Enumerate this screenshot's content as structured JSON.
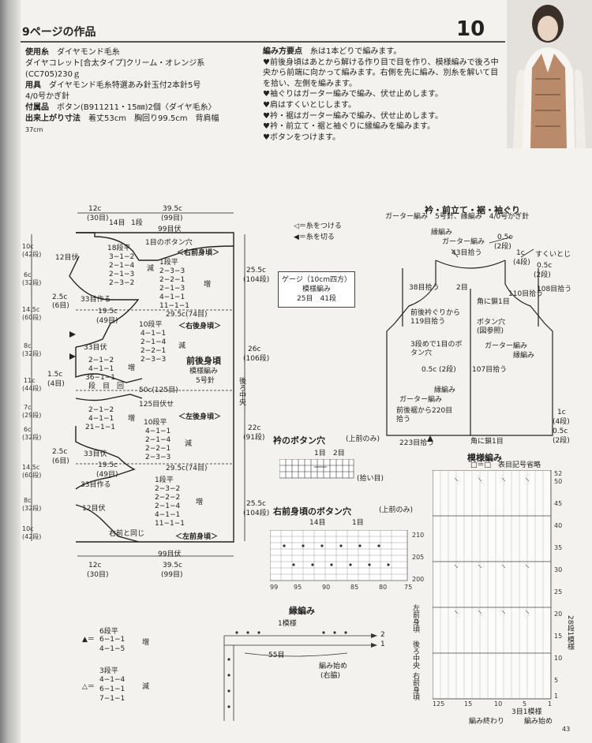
{
  "header": {
    "title": "9ページの作品",
    "page_number": "10"
  },
  "materials": [
    {
      "label": "使用糸",
      "text": "ダイヤモンド毛糸"
    },
    {
      "label": "",
      "text": "ダイヤコレット[合太タイプ]クリーム・オレンジ系"
    },
    {
      "label": "",
      "text": "(CC705)230ｇ"
    },
    {
      "label": "用具",
      "text": "ダイヤモンド毛糸特選あみ針玉付2本針5号"
    },
    {
      "label": "",
      "text": "4/0号かぎ針"
    },
    {
      "label": "付属品",
      "text": "ボタン(B911211・15㎜)2個〈ダイヤ毛糸〉"
    },
    {
      "label": "出来上がり寸法",
      "text": "着丈53cm　胸回り99.5cm　背肩幅"
    },
    {
      "label": "",
      "text": "37cm"
    }
  ],
  "points": {
    "heading": "編み方要点",
    "heading_note": "糸は1本どりで編みます。",
    "items": [
      "♥前後身頃はあとから解ける作り目で目を作り、模様編みで後ろ中央から前端に向かって編みます。右側を先に編み、別糸を解いて目を拾い、左側を編みます。",
      "♥袖ぐりはガーター編みで編み、伏せ止めします。",
      "♥肩はすくいとじします。",
      "♥衿・裾はガーター編みで編み、伏せ止めします。",
      "♥衿・前立て・裾と袖ぐりに縁編みを編みます。",
      "♥ボタンをつけます。"
    ]
  },
  "legend": {
    "attach": "◁＝糸をつける",
    "cut": "◀＝糸を切る"
  },
  "gauge": {
    "title": "ゲージ（10cm四方）",
    "line1": "模様編み",
    "line2": "25目　41段"
  },
  "body_diagram": {
    "top_12c": "12c",
    "top_30": "(30目)",
    "top_395": "39.5c",
    "top_99": "(99目)",
    "r14": "14目",
    "r1dan": "1段",
    "r99fuse": "99目伏",
    "button_hole": "1目のボタン穴",
    "right_front": "＜右前身頃＞",
    "dec18_h": "18段平",
    "dec18": [
      "3−1−2",
      "2−1−4",
      "2−1−3",
      "2−3−2"
    ],
    "dec_label": "減",
    "inc_h": "1段平",
    "inc1": [
      "2−3−3",
      "2−2−1",
      "2−1−3",
      "4−1−1",
      "11−1−1"
    ],
    "inc_label": "増",
    "st12_fuse": "12目伏",
    "st33_make": "33目作る",
    "c25": "2.5c",
    "c25s": "(6目)",
    "c195": "19.5c",
    "c195s": "(49目)",
    "c295": "29.5c(74目)",
    "right_back": "＜右後身頃＞",
    "dec10_h": "10段平",
    "dec10": [
      "4−1−1",
      "2−1−4",
      "2−2−1",
      "2−3−3"
    ],
    "st33_fuse": "33目伏",
    "inc2": [
      "2−1−2",
      "4−1−1",
      "36−1−1"
    ],
    "inc2_foot": "段　目　回",
    "front_back_body": "前後身頃",
    "pattern": "模様編み",
    "needle": "5号針",
    "c50": "50c(125目)",
    "st125": "125目伏せ",
    "back_center": "後ろ中央",
    "c255": "25.5c",
    "c255s": "(104段)",
    "c26": "26c",
    "c26s": "(106段)",
    "c22": "22c",
    "c22s": "(91段)",
    "left_back": "＜左後身頃＞",
    "inc3": [
      "2−1−2",
      "4−1−1",
      "21−1−1"
    ],
    "left_front": "＜左前身頃＞",
    "same_as_right": "右前と同じ",
    "c15": "1.5c",
    "c15s": "(4目)",
    "side": [
      "10c",
      "(42段)",
      "6c",
      "(32段)",
      "14.5c",
      "(60段)",
      "8c",
      "(32段)",
      "11c",
      "(44段)",
      "7c",
      "(29段)",
      "6c",
      "(32段)",
      "14.5c",
      "(60段)",
      "8c",
      "(32段)",
      "10c",
      "(42段)"
    ],
    "inc4_h": "1段平",
    "inc4": [
      "2−3−2",
      "2−2−2",
      "2−1−4",
      "4−1−1",
      "11−1−1"
    ]
  },
  "dec_legend": {
    "a_h": "6段平",
    "a": [
      "6−1−1",
      "4−1−5"
    ],
    "a_label": "増",
    "b_h": "3段平",
    "b": [
      "4−1−4",
      "6−1−1",
      "7−1−1"
    ],
    "b_label": "減"
  },
  "collar_section": {
    "title": "衿・前立て・裾・袖ぐり",
    "sub": "ガーター編み　5号針、縁編み　4/0号かぎ針",
    "edge": "縁編み",
    "garter": "ガーター編み",
    "c05": "0.5c",
    "c05s": "(2段)",
    "c1": "1c",
    "c1s": "(4段)",
    "st43": "43目拾う",
    "sukui": "すくいとじ",
    "st38": "38目拾う",
    "st2": "2目",
    "kado": "角に鎖1目",
    "st110": "110目拾う",
    "st108": "108目拾う",
    "from_armhole": "前後衿ぐりから119目拾う",
    "buttonhole_ref": "ボタン穴(図参照)",
    "third_row": "3段めで1目のボタン穴",
    "st107": "107目拾う",
    "from_hem": "前後裾から220目拾う",
    "st223": "223目拾う"
  },
  "collar_bh": {
    "title": "衿のボタン穴",
    "note": "(上前のみ)",
    "c1": "1目",
    "c2": "2目",
    "pick": "(拾い目)"
  },
  "front_bh": {
    "title": "右前身頃のボタン穴",
    "note": "(上前のみ)",
    "c14": "14目",
    "c1": "1目",
    "axis_x": [
      "99",
      "95",
      "90",
      "85",
      "80",
      "75"
    ],
    "axis_y": [
      "210",
      "205",
      "200"
    ]
  },
  "pattern_chart": {
    "title": "模様編み",
    "legend": "□＝□　表目記号省略",
    "y": [
      "52",
      "50",
      "45",
      "40",
      "35",
      "30",
      "25",
      "20",
      "15",
      "10",
      "5",
      "1"
    ],
    "x": [
      "125",
      "15",
      "10",
      "5",
      "1"
    ],
    "repeat": "3目1模様",
    "end": "編み終わり",
    "start": "編み始め",
    "right_label": "28段1模様",
    "left_front": "左前身頃",
    "back_center": "後ろ中央",
    "right_front": "右前身頃"
  },
  "edging": {
    "title": "縁編み",
    "repeat": "1模様",
    "st55": "55目",
    "start": "編み始め",
    "side": "(右脇)",
    "n2": "2",
    "n1": "1"
  },
  "footer": {
    "page": "43"
  }
}
